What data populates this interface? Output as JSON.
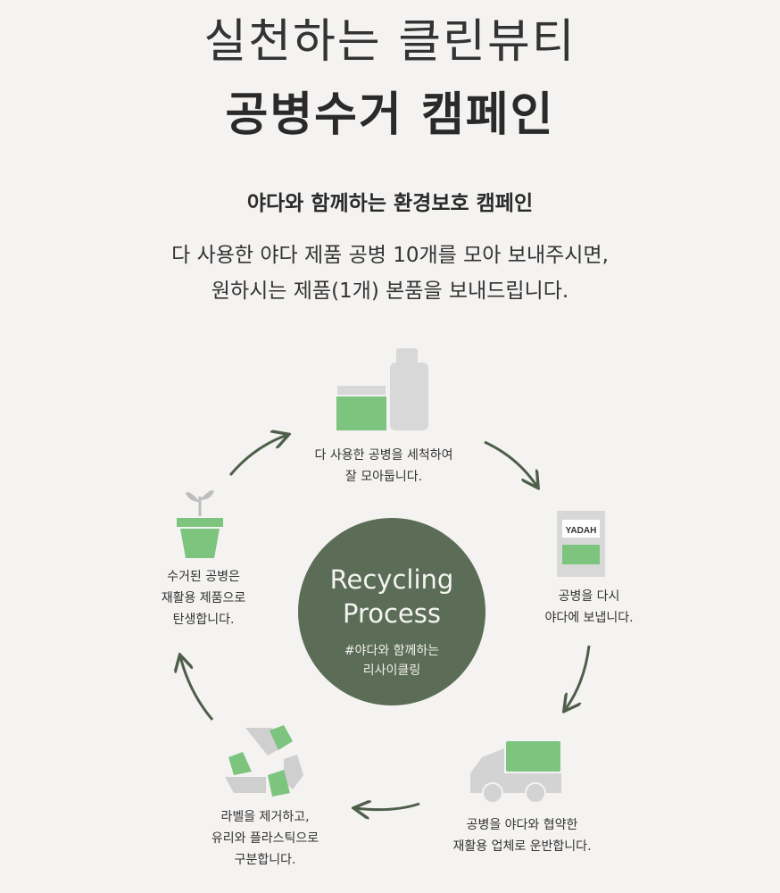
{
  "header": {
    "title_line1": "실천하는 클린뷰티",
    "title_line2": "공병수거 캠페인",
    "subtitle": "야다와 함께하는 환경보호 캠페인",
    "body_line1": "다 사용한 야다 제품 공병 10개를 모아 보내주시면,",
    "body_line2": "원하시는 제품(1개) 본품을 보내드립니다."
  },
  "center": {
    "title_line1": "Recycling",
    "title_line2": "Process",
    "tag_line1": "#야다와 함께하는",
    "tag_line2": "리사이클링"
  },
  "steps": [
    {
      "icon": "bottles-icon",
      "line1": "다 사용한 공병을 세척하여",
      "line2": "잘 모아둡니다."
    },
    {
      "icon": "package-icon",
      "brand": "YADAH",
      "line1": "공병을 다시",
      "line2": "야다에 보냅니다."
    },
    {
      "icon": "truck-icon",
      "line1": "공병을 야다와 협약한",
      "line2": "재활용 업체로 운반합니다."
    },
    {
      "icon": "recycle-icon",
      "line1": "라벨을 제거하고,",
      "line2": "유리와 플라스틱으로",
      "line3": "구분합니다."
    },
    {
      "icon": "sprout-pot-icon",
      "line1": "수거된 공병은",
      "line2": "재활용 제품으로",
      "line3": "탄생합니다."
    }
  ],
  "colors": {
    "background": "#f4f3f1",
    "circle": "#5b6d56",
    "green": "#7dc47f",
    "gray": "#d3d3d3",
    "arrow": "#4e5e4a"
  }
}
